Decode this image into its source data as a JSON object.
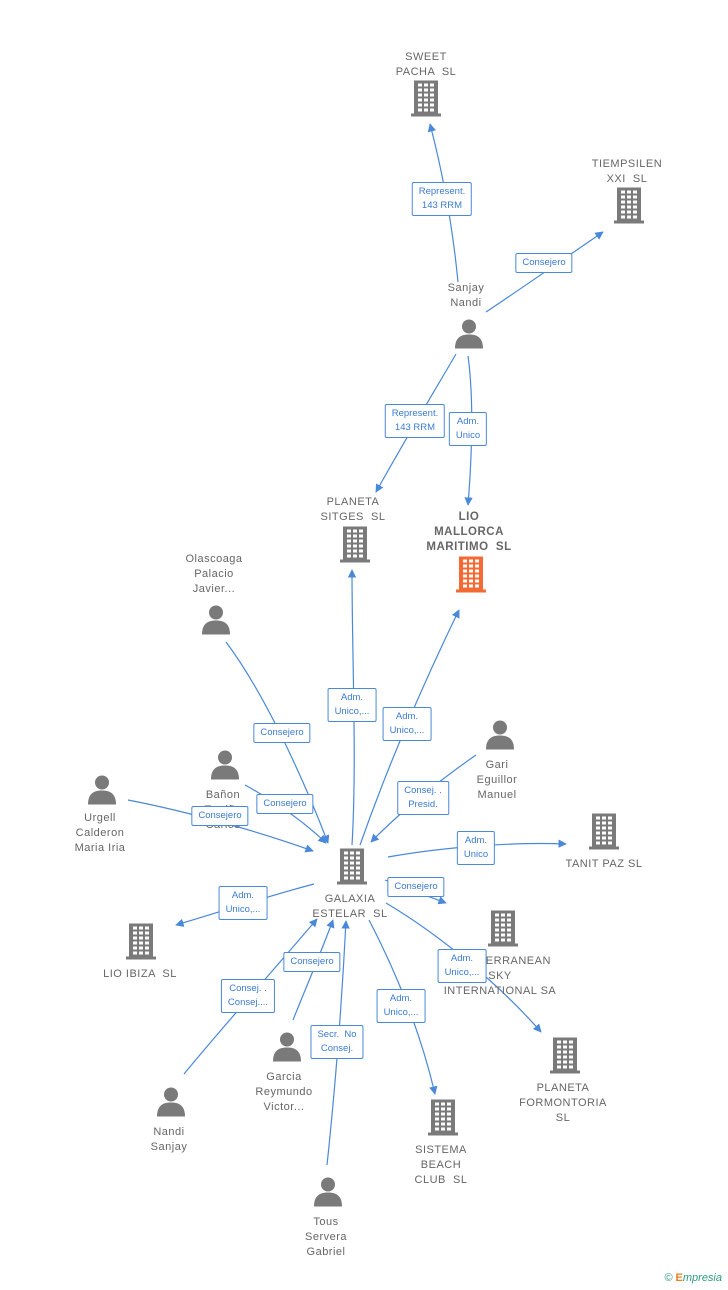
{
  "colors": {
    "company": "#7a7a7a",
    "focus": "#f46a35",
    "person": "#7a7a7a",
    "edge": "#4a88d9"
  },
  "nodes": [
    {
      "id": "sweet",
      "type": "company",
      "label": "SWEET\nPACHA  SL"
    },
    {
      "id": "tiempsilen",
      "type": "company",
      "label": "TIEMPSILEN\nXXI  SL"
    },
    {
      "id": "sanjay",
      "type": "person",
      "label": "Sanjay\nNandi"
    },
    {
      "id": "planeta_sitges",
      "type": "company",
      "label": "PLANETA\nSITGES  SL"
    },
    {
      "id": "lio_mallorca",
      "type": "focus",
      "label": "LIO\nMALLORCA\nMARITIMO  SL"
    },
    {
      "id": "olascoaga",
      "type": "person",
      "label": "Olascoaga\nPalacio\nJavier..."
    },
    {
      "id": "gari",
      "type": "person",
      "label": "Gari\nEguillor\nManuel"
    },
    {
      "id": "banon",
      "type": "person",
      "label": "Bañon\nTerriño\nCarlos"
    },
    {
      "id": "urgell",
      "type": "person",
      "label": "Urgell\nCalderon\nMaria Iria"
    },
    {
      "id": "galaxia",
      "type": "company",
      "label": "GALAXIA\nESTELAR  SL"
    },
    {
      "id": "tanit",
      "type": "company",
      "label": "TANIT PAZ SL"
    },
    {
      "id": "lio_ibiza",
      "type": "company",
      "label": "LIO IBIZA  SL"
    },
    {
      "id": "mediterranean",
      "type": "company",
      "label": "MEDITERRANEAN\nSKY\nINTERNATIONAL SA"
    },
    {
      "id": "planeta_form",
      "type": "company",
      "label": "PLANETA\nFORMONTORIA\nSL"
    },
    {
      "id": "nandi",
      "type": "person",
      "label": "Nandi\nSanjay"
    },
    {
      "id": "garcia",
      "type": "person",
      "label": "Garcia\nReymundo\nVictor..."
    },
    {
      "id": "sistema",
      "type": "company",
      "label": "SISTEMA\nBEACH\nCLUB  SL"
    },
    {
      "id": "tous",
      "type": "person",
      "label": "Tous\nServera\nGabriel"
    }
  ],
  "edges": [
    {
      "from": "sanjay",
      "to": "sweet",
      "label": "Represent.\n143 RRM"
    },
    {
      "from": "sanjay",
      "to": "tiempsilen",
      "label": "Consejero"
    },
    {
      "from": "sanjay",
      "to": "planeta_sitges",
      "label": "Represent.\n143 RRM"
    },
    {
      "from": "sanjay",
      "to": "lio_mallorca",
      "label": "Adm.\nUnico"
    },
    {
      "from": "galaxia",
      "to": "planeta_sitges",
      "label": "Adm.\nUnico,..."
    },
    {
      "from": "galaxia",
      "to": "lio_mallorca",
      "label": "Adm.\nUnico,..."
    },
    {
      "from": "olascoaga",
      "to": "galaxia",
      "label": "Consejero"
    },
    {
      "from": "gari",
      "to": "galaxia",
      "label": "Consej. .\nPresid."
    },
    {
      "from": "banon",
      "to": "galaxia",
      "label": "Consejero"
    },
    {
      "from": "urgell",
      "to": "galaxia",
      "label": "Consejero"
    },
    {
      "from": "galaxia",
      "to": "tanit",
      "label": "Adm.\nUnico"
    },
    {
      "from": "galaxia",
      "to": "lio_ibiza",
      "label": "Adm.\nUnico,..."
    },
    {
      "from": "galaxia",
      "to": "mediterranean",
      "label": "Consejero"
    },
    {
      "from": "galaxia",
      "to": "planeta_form",
      "label": "Adm.\nUnico,..."
    },
    {
      "from": "nandi",
      "to": "galaxia",
      "label": "Consej. .\nConsej...."
    },
    {
      "from": "garcia",
      "to": "galaxia",
      "label": "Consejero"
    },
    {
      "from": "galaxia",
      "to": "sistema",
      "label": "Adm.\nUnico,..."
    },
    {
      "from": "tous",
      "to": "galaxia",
      "label": "Secr.  No\nConsej."
    }
  ],
  "watermark": {
    "symbol": "©",
    "brand_initial": "E",
    "brand_rest": "mpresia"
  }
}
